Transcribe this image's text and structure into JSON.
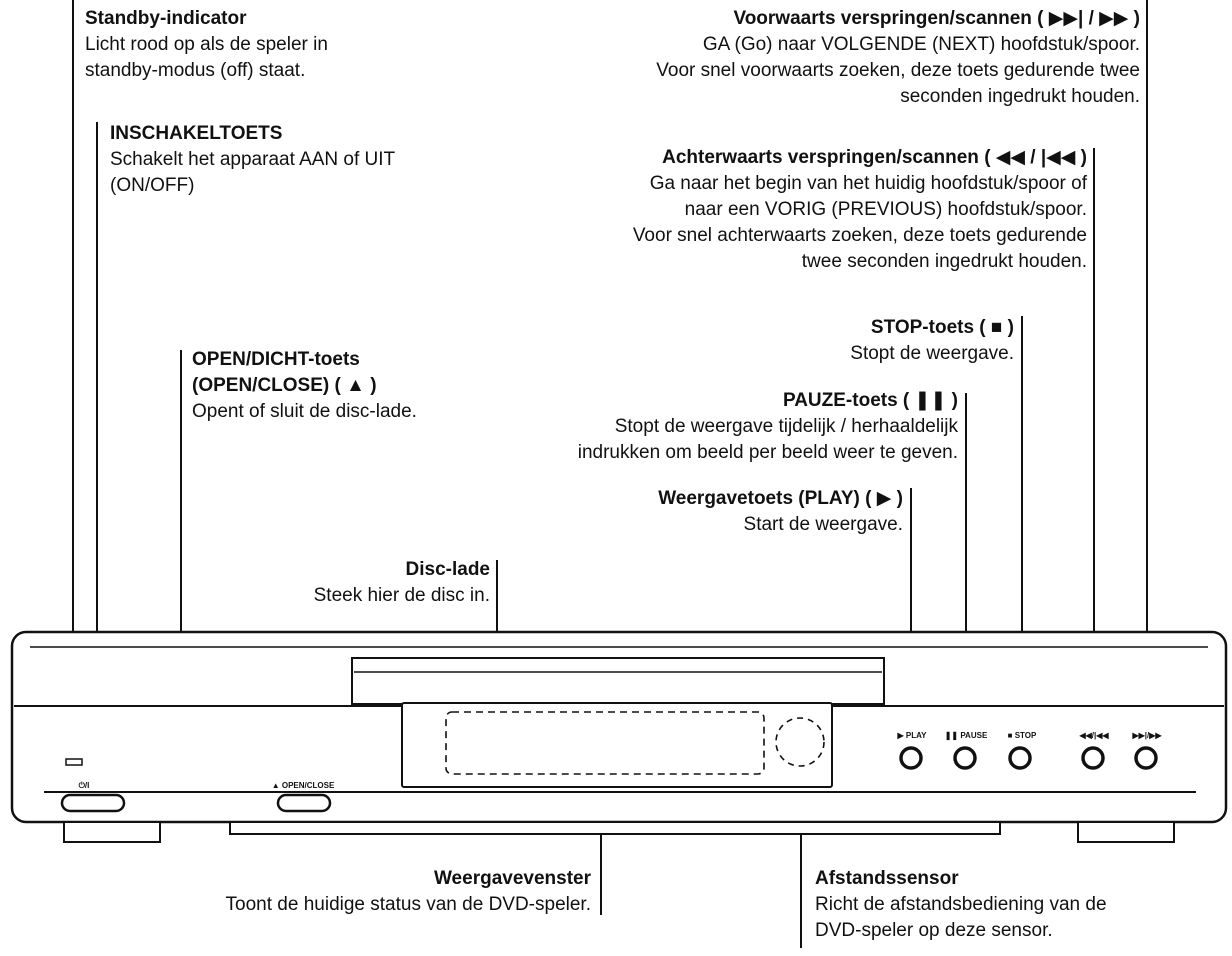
{
  "callouts": {
    "standby": {
      "title": "Standby-indicator",
      "desc": "Licht rood op als de speler in\nstandby-modus (off) staat."
    },
    "power": {
      "title": "INSCHAKELTOETS",
      "desc": "Schakelt het apparaat AAN of UIT\n(ON/OFF)"
    },
    "open_close": {
      "title_line1": "OPEN/DICHT-toets",
      "title_line2": "(OPEN/CLOSE) ( ▲ )",
      "desc": "Opent of sluit de disc-lade."
    },
    "disc_tray": {
      "title": "Disc-lade",
      "desc": "Steek hier de disc in."
    },
    "forward": {
      "title": "Voorwaarts verspringen/scannen ( ▶▶| / ▶▶ )",
      "desc": "GA (Go) naar VOLGENDE (NEXT) hoofdstuk/spoor.\nVoor snel voorwaarts zoeken, deze toets gedurende twee\nseconden ingedrukt houden."
    },
    "backward": {
      "title": "Achterwaarts verspringen/scannen ( ◀◀ / |◀◀ )",
      "desc": "Ga naar het begin van het huidig hoofdstuk/spoor of\nnaar een VORIG (PREVIOUS) hoofdstuk/spoor.\nVoor snel achterwaarts zoeken, deze toets gedurende\ntwee seconden ingedrukt houden."
    },
    "stop": {
      "title": "STOP-toets ( ■ )",
      "desc": "Stopt de weergave."
    },
    "pause": {
      "title": "PAUZE-toets ( ❚❚ )",
      "desc": "Stopt de weergave tijdelijk / herhaaldelijk\nindrukken om beeld per beeld weer te geven."
    },
    "play": {
      "title": "Weergavetoets (PLAY) ( ▶ )",
      "desc": "Start de weergave."
    },
    "display": {
      "title": "Weergavevenster",
      "desc": "Toont de huidige status van de DVD-speler."
    },
    "sensor": {
      "title": "Afstandssensor",
      "desc": "Richt de afstandsbediening van de\nDVD-speler op deze sensor."
    }
  },
  "device_labels": {
    "power": "⏻/I",
    "open_close": "▲ OPEN/CLOSE",
    "play": "▶ PLAY",
    "pause": "❚❚ PAUSE",
    "stop": "■ STOP",
    "backward": "◀◀/|◀◀",
    "forward": "▶▶|/▶▶"
  }
}
